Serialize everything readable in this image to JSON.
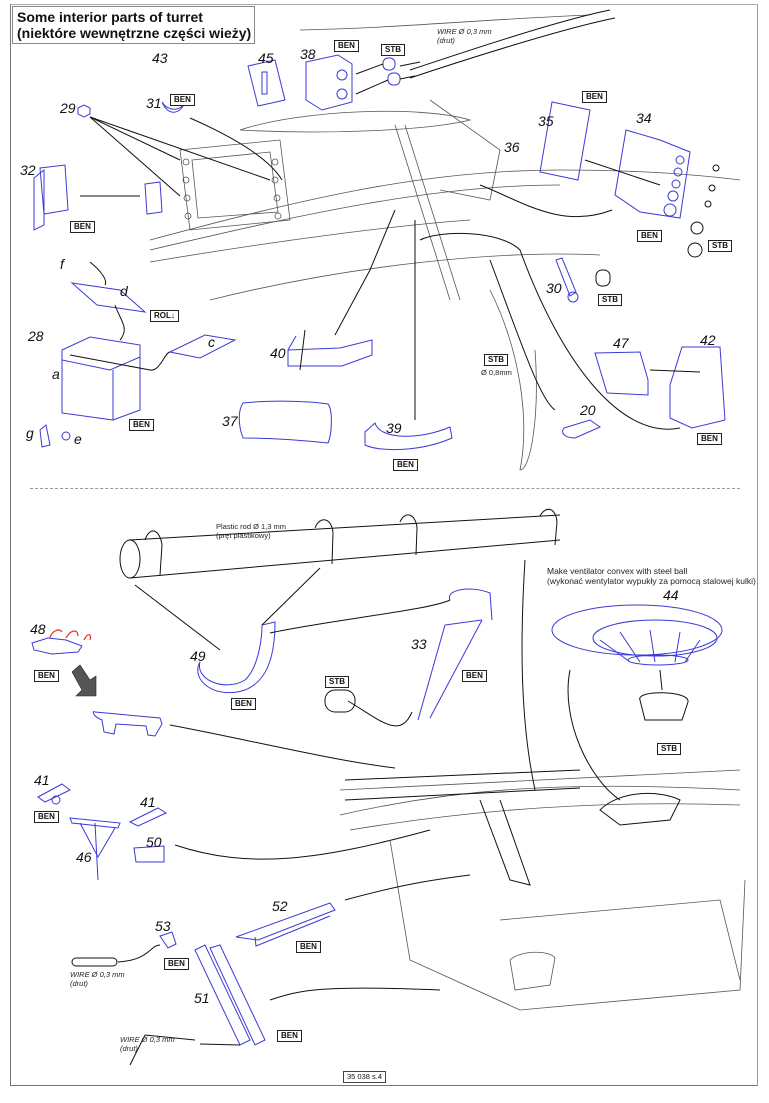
{
  "title": {
    "line1": "Some interior parts of turret",
    "line2": "(niektóre wewnętrzne części wieży)"
  },
  "part_labels": {
    "p43": "43",
    "p45": "45",
    "p38": "38",
    "p29": "29",
    "p31": "31",
    "p32": "32",
    "p35": "35",
    "p34": "34",
    "p36": "36",
    "p30": "30",
    "p28": "28",
    "pa": "a",
    "pc": "c",
    "pd": "d",
    "pe": "e",
    "pf": "f",
    "pg": "g",
    "p40": "40",
    "p37": "37",
    "p39": "39",
    "p47": "47",
    "p42": "42",
    "p20": "20",
    "p48": "48",
    "p49": "49",
    "p33": "33",
    "p44": "44",
    "p41a": "41",
    "p41b": "41",
    "p46": "46",
    "p50": "50",
    "p52": "52",
    "p53": "53",
    "p51": "51"
  },
  "material_tags": {
    "ben": "BEN",
    "stb": "STB",
    "rol": "ROL↓"
  },
  "notes": {
    "wire_top_1": "WIRE Ø 0,3 mm",
    "wire_top_2": "(drut)",
    "stb_rod": "Ø 0,8mm",
    "plastic_rod_1": "Plastic rod Ø 1,3 mm",
    "plastic_rod_2": "(pręt plastikowy)",
    "ventilator_1": "Make ventilator convex with steel ball",
    "ventilator_2": "(wykonać wentylator wypukły za pomocą stalowej kulki)",
    "wire_53_1": "WIRE Ø 0,3 mm",
    "wire_53_2": "(drut)",
    "wire_51_1": "WIRE Ø 0,3 mm",
    "wire_51_2": "(drut)"
  },
  "page_ref": "35 038 s.4",
  "colors": {
    "part_line": "#3a3ad8",
    "ink": "#111111",
    "arrow_red": "#e0302a"
  }
}
